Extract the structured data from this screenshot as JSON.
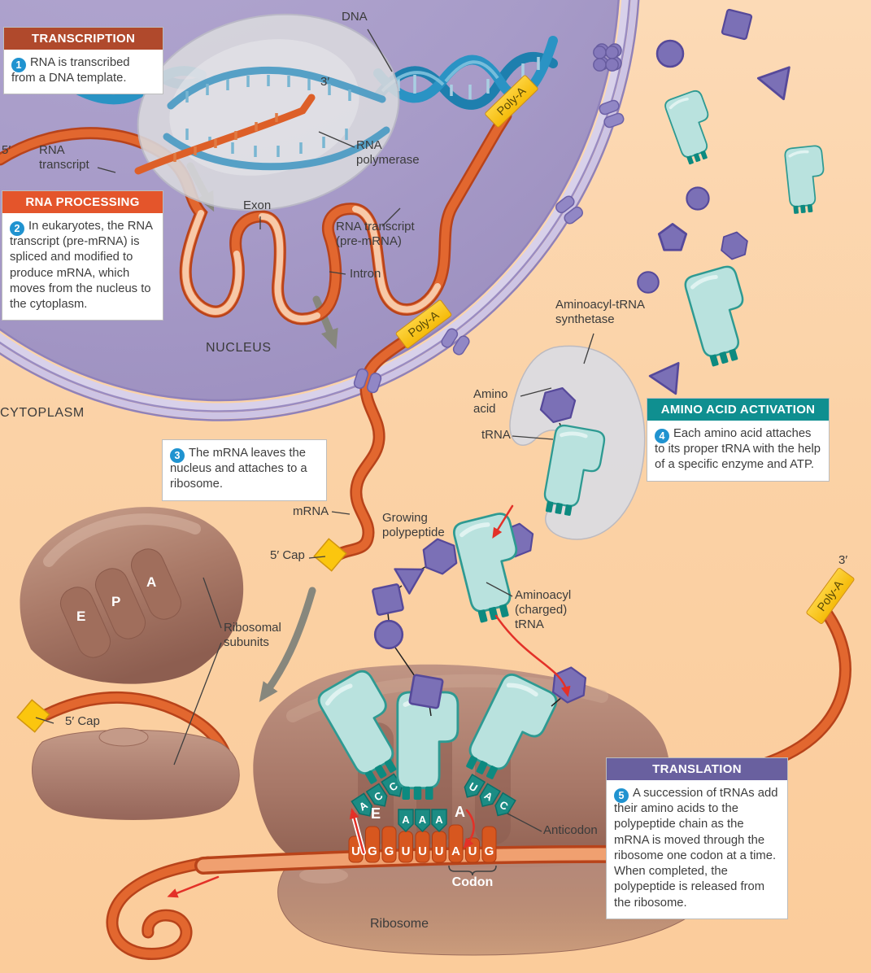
{
  "stage": {
    "nucleus_label": "NUCLEUS",
    "cytoplasm_label": "CYTOPLASM"
  },
  "callouts": {
    "transcription": {
      "title": "TRANSCRIPTION",
      "step": "1",
      "text": "RNA is transcribed from a DNA template."
    },
    "rna_processing": {
      "title": "RNA PROCESSING",
      "step": "2",
      "text": "In eukaryotes, the RNA transcript (pre-mRNA) is spliced and modified to produce mRNA, which moves from the nucleus to the cytoplasm."
    },
    "mrna_export": {
      "step": "3",
      "text": "The mRNA leaves the nucleus and attaches to a ribosome."
    },
    "amino_acid_activation": {
      "title": "AMINO ACID ACTIVATION",
      "step": "4",
      "text": "Each amino acid attaches to its proper tRNA with the help of a specific enzyme and ATP."
    },
    "translation": {
      "title": "TRANSLATION",
      "step": "5",
      "text": "A succession of tRNAs add their amino acids to the polypeptide chain as the mRNA is moved through the ribosome one codon at a time. When completed, the polypeptide is released from the ribosome."
    }
  },
  "labels": {
    "dna": "DNA",
    "rna_polymerase": "RNA polymerase",
    "rna_transcript": "RNA transcript",
    "five_prime": "5′",
    "three_prime": "3′",
    "poly_a": "Poly-A",
    "exon": "Exon",
    "pre_mrna": "RNA transcript (pre-mRNA)",
    "intron": "Intron",
    "aminoacyl_synthetase": "Aminoacyl-tRNA synthetase",
    "amino_acid": "Amino acid",
    "trna": "tRNA",
    "mrna": "mRNA",
    "five_cap": "5′ Cap",
    "growing_polypeptide": "Growing polypeptide",
    "aminoacyl_trna": "Aminoacyl (charged) tRNA",
    "ribosomal_subunits": "Ribosomal subunits",
    "anticodon": "Anticodon",
    "codon": "Codon",
    "ribosome": "Ribosome"
  },
  "sites": {
    "e": "E",
    "p": "P",
    "a": "A"
  },
  "mrna_codon_letters": [
    "U",
    "G",
    "G",
    "U",
    "U",
    "U",
    "A",
    "U",
    "G"
  ],
  "anticodons": {
    "e_site": [
      "A",
      "C",
      "C"
    ],
    "p_site": [
      "A",
      "A",
      "A"
    ],
    "a_site": [
      "U",
      "A",
      "C"
    ]
  },
  "colors": {
    "transcription_header": "#b0492c",
    "rna_processing_header": "#e4552b",
    "activation_header": "#0f8f90",
    "translation_header": "#69609f",
    "step_badge": "#2093d0",
    "mrna_ribbon": "#d4551f",
    "poly_a_tag": "#fcc40c",
    "trna_fill": "#b9e2de",
    "anticodon_block": "#1c8c84",
    "amino_acid_fill": "#7b70b6",
    "ribosome_fill": "#a87868",
    "dna_fill": "#1e7fae",
    "nucleus_fill": "#a79bc8",
    "cytoplasm_fill": "#fbd2a4"
  }
}
